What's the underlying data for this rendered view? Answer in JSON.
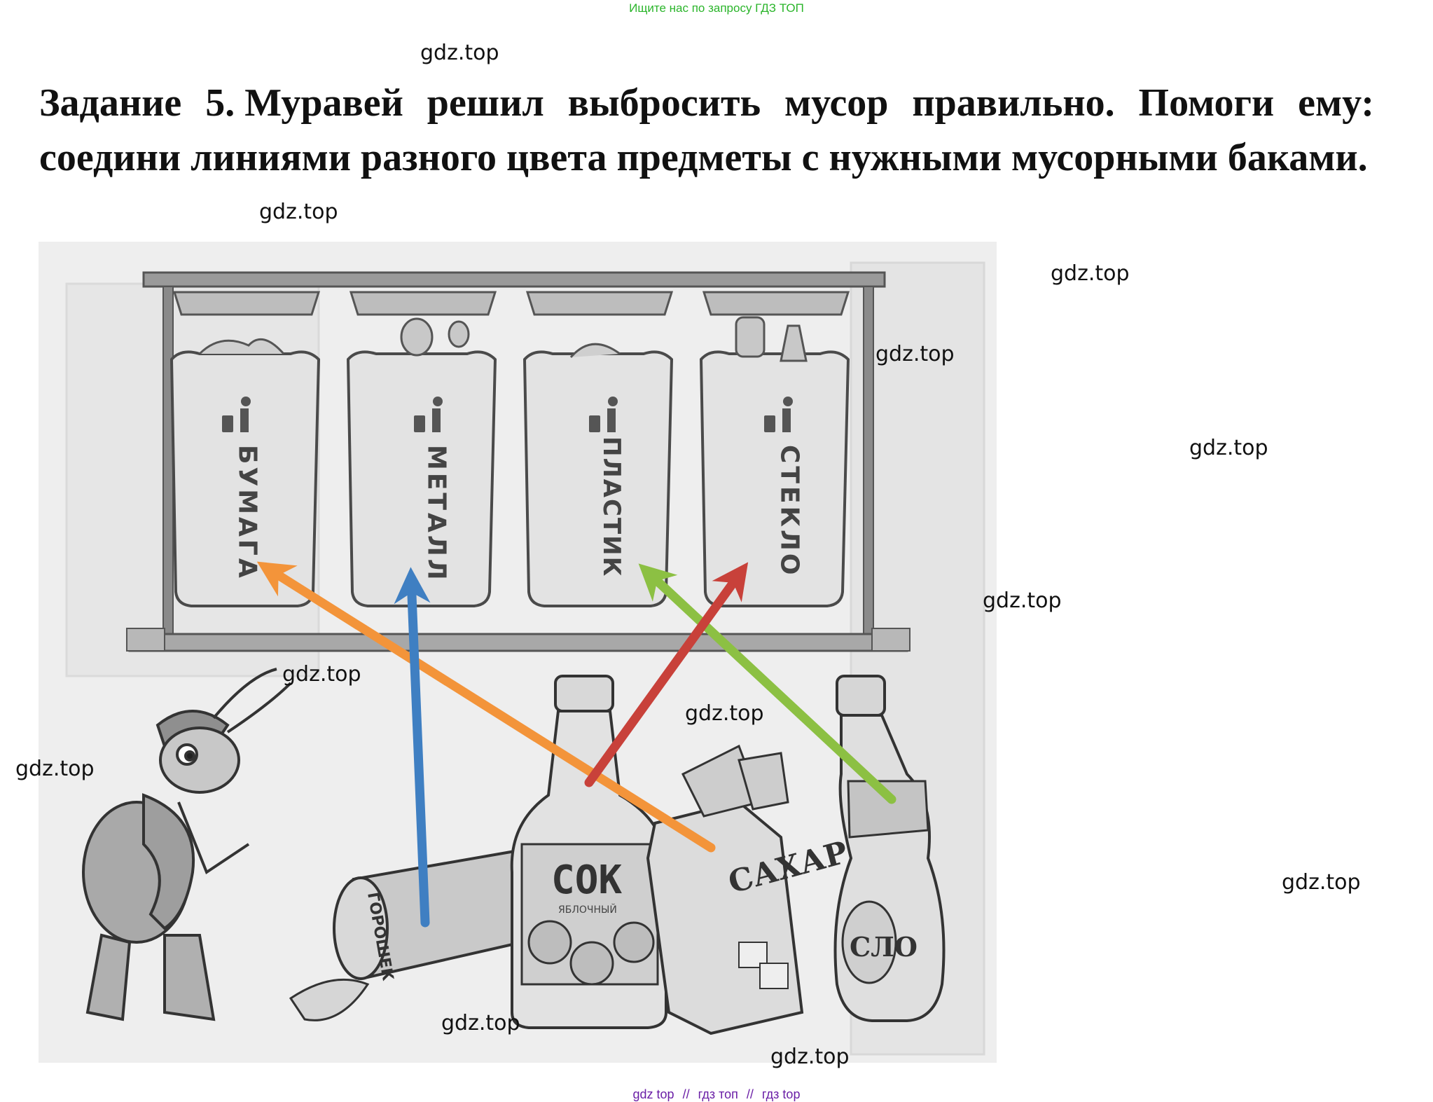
{
  "banner": "Ищите нас по запросу ГДЗ ТОП",
  "watermark": "gdz.top",
  "task": {
    "label": "Задание 5.",
    "text": "Муравей решил выбросить мусор правильно. Помоги ему: соедини линиями разного цвета предметы с нужными мусорными баками."
  },
  "bins": [
    {
      "label": "БУМАГА"
    },
    {
      "label": "МЕТАЛЛ"
    },
    {
      "label": "ПЛАСТИК"
    },
    {
      "label": "СТЕКЛО"
    }
  ],
  "items": {
    "can_label": "ГОРОШЕК",
    "juice_label": "СОК",
    "juice_sub": "ЯБЛОЧНЫЙ",
    "sugar_label": "САХАР",
    "oil_label": "СЛО"
  },
  "arrows": [
    {
      "from": "sugar-bag",
      "to": "БУМАГА",
      "color": "#f3943a"
    },
    {
      "from": "can",
      "to": "МЕТАЛЛ",
      "color": "#3f7fc2"
    },
    {
      "from": "oil-bottle",
      "to": "ПЛАСТИК",
      "color": "#8cc043"
    },
    {
      "from": "juice-bottle",
      "to": "СТЕКЛО",
      "color": "#c8413a"
    }
  ],
  "footer": {
    "parts": [
      "gdz top",
      "гдз топ",
      "гдз top"
    ],
    "separator": "//"
  }
}
